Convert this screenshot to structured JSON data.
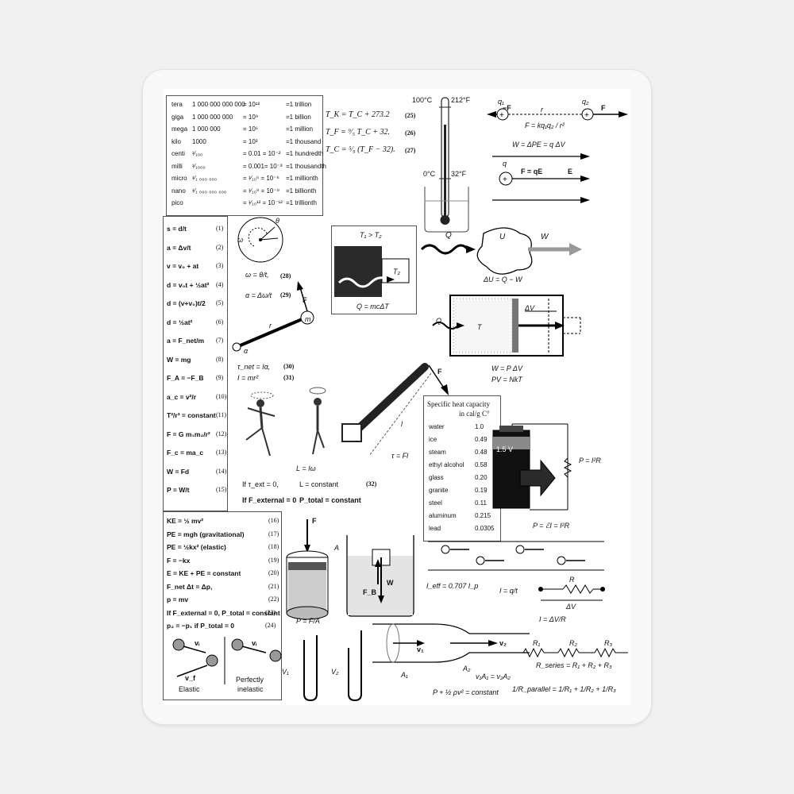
{
  "prefixes": [
    {
      "name": "tera",
      "num": "1 000 000 000 000",
      "pow": "= 10¹²",
      "word": "=1 trillion"
    },
    {
      "name": "giga",
      "num": "1 000 000 000",
      "pow": "= 10⁹",
      "word": "=1 billion"
    },
    {
      "name": "mega",
      "num": "1 000 000",
      "pow": "= 10⁶",
      "word": "=1 million"
    },
    {
      "name": "kilo",
      "num": "1000",
      "pow": "= 10³",
      "word": "=1 thousand"
    },
    {
      "name": "centi",
      "num": "¹⁄₁₀₀",
      "pow": "= 0.01 = 10⁻²",
      "word": "=1 hundredth"
    },
    {
      "name": "milli",
      "num": "¹⁄₁₀₀₀",
      "pow": "= 0.001= 10⁻³",
      "word": "=1 thousandth"
    },
    {
      "name": "micro",
      "num": "¹⁄₁ ₀₀₀ ₀₀₀",
      "pow": "= ¹⁄₁₀⁶ = 10⁻⁶",
      "word": "=1 millionth"
    },
    {
      "name": "nano",
      "num": "¹⁄₁ ₀₀₀ ₀₀₀ ₀₀₀",
      "pow": "= ¹⁄₁₀⁹ = 10⁻⁹",
      "word": "=1 billionth"
    },
    {
      "name": "pico",
      "num": "",
      "pow": "= ¹⁄₁₀¹² = 10⁻¹²",
      "word": "=1 trillionth"
    }
  ],
  "temperature": {
    "eq25": "T_K = T_C + 273.2",
    "n25": "(25)",
    "eq26": "T_F = ⁹⁄₅ T_C + 32.",
    "n26": "(26)",
    "eq27": "T_C = ⁵⁄₉ (T_F − 32).",
    "n27": "(27)",
    "t100": "100°C",
    "t212": "212°F",
    "t0": "0°C",
    "t32": "32°F"
  },
  "coulomb": {
    "minusF": "−F",
    "F": "F",
    "q1": "q₁",
    "q2": "q₂",
    "r": "r",
    "law": "F = kq₁q₂ / r²",
    "work": "W = ΔPE = q ΔV",
    "q": "q",
    "fqe": "F = qE",
    "E": "E"
  },
  "kinematics": [
    {
      "eq": "s = d/t",
      "n": "(1)"
    },
    {
      "eq": "a = Δv/t",
      "n": "(2)"
    },
    {
      "eq": "v = v₀ + at",
      "n": "(3)"
    },
    {
      "eq": "d = v₀t + ½at²",
      "n": "(4)"
    },
    {
      "eq": "d = (v+v₀)t/2",
      "n": "(5)"
    },
    {
      "eq": "d = ½at²",
      "n": "(6)"
    },
    {
      "eq": "a = F_net/m",
      "n": "(7)"
    },
    {
      "eq": "W = mg",
      "n": "(8)"
    },
    {
      "eq": "F_A = −F_B",
      "n": "(9)"
    },
    {
      "eq": "a_c = v²/r",
      "n": "(10)"
    },
    {
      "eq": "T²/r³ = constant",
      "n": "(11)"
    },
    {
      "eq": "F = G m₁m₂/r²",
      "n": "(12)"
    },
    {
      "eq": "F_c = ma_c",
      "n": "(13)"
    },
    {
      "eq": "W = Fd",
      "n": "(14)"
    },
    {
      "eq": "P = W/t",
      "n": "(15)"
    }
  ],
  "rotation": {
    "theta": "θ",
    "omega": "ω",
    "eq28": "ω = θ/t,",
    "n28": "(28)",
    "eq29": "α = Δω/t",
    "n29": "(29)",
    "F": "F",
    "m": "m",
    "r": "r",
    "alpha": "α",
    "eq30": "τ_net = Iα,",
    "n30": "(30)",
    "eq31": "I = mr²",
    "n31": "(31)",
    "L": "L = Iω",
    "tau": "τ = Fl",
    "l": "l",
    "if1": "If τ_ext = 0,",
    "lconst": "L = constant",
    "n32": "(32)",
    "if2": "If F_external = 0",
    "pconst": "P_total = constant"
  },
  "heat": {
    "t1t2": "T₁ > T₂",
    "t2": "T₂",
    "qmc": "Q = mcΔT",
    "Q": "Q",
    "U": "U",
    "W": "W",
    "du": "ΔU = Q − W",
    "dv": "ΔV",
    "T": "T",
    "pdv": "W = P ΔV",
    "pv": "PV = NkT"
  },
  "specific_heat": {
    "title": "Specific heat capacity",
    "unit": "in cal/g C°",
    "rows": [
      {
        "m": "water",
        "v": "1.0"
      },
      {
        "m": "ice",
        "v": "0.49"
      },
      {
        "m": "steam",
        "v": "0.48"
      },
      {
        "m": "ethyl alcohol",
        "v": "0.58"
      },
      {
        "m": "glass",
        "v": "0.20"
      },
      {
        "m": "granite",
        "v": "0.19"
      },
      {
        "m": "steel",
        "v": "0.11"
      },
      {
        "m": "aluminum",
        "v": "0.215"
      },
      {
        "m": "lead",
        "v": "0.0305"
      }
    ]
  },
  "circuit": {
    "battery": "1.5 V",
    "pi2r": "P = I²R",
    "pei": "P = ℰI",
    "peq": "P = ℰI = I²R",
    "ieff": "I_eff = 0.707 I_p",
    "iqt": "I = q/t",
    "R": "R",
    "dV": "ΔV",
    "idvr": "I = ΔV/R",
    "R1": "R₁",
    "R2": "R₂",
    "R3": "R₃",
    "series": "R_series = R₁ + R₂ + R₃",
    "parallel": "1/R_parallel = 1/R₁ + 1/R₂ + 1/R₃"
  },
  "energy": [
    {
      "eq": "KE = ½ mv²",
      "n": "(16)"
    },
    {
      "eq": "PE = mgh  (gravitational)",
      "n": "(17)"
    },
    {
      "eq": "PE = ½kx²  (elastic)",
      "n": "(18)"
    },
    {
      "eq": "F = −kx",
      "n": "(19)"
    },
    {
      "eq": "E = KE + PE = constant",
      "n": "(20)"
    },
    {
      "eq": "F_net Δt = Δp,",
      "n": "(21)"
    },
    {
      "eq": "p = mv",
      "n": "(22)"
    },
    {
      "eq": "If F_external = 0, P_total = constant",
      "n": "(23)"
    },
    {
      "eq": "p₂ = −p₁  if  P_total = 0",
      "n": "(24)"
    }
  ],
  "collisions": {
    "vi": "vᵢ",
    "vf": "v_f",
    "elastic": "Elastic",
    "perf1": "Perfectly",
    "perf2": "inelastic"
  },
  "fluids": {
    "F": "F",
    "A": "A",
    "W": "W",
    "FB": "F_B",
    "pfa": "P = F/A",
    "V1": "V₁",
    "V2": "V₂",
    "v1": "v₁",
    "v2": "v₂",
    "A1": "A₁",
    "A2": "A₂",
    "cont": "v₁A₁ = v₂A₂",
    "bern": "P + ½ ρv² = constant"
  }
}
